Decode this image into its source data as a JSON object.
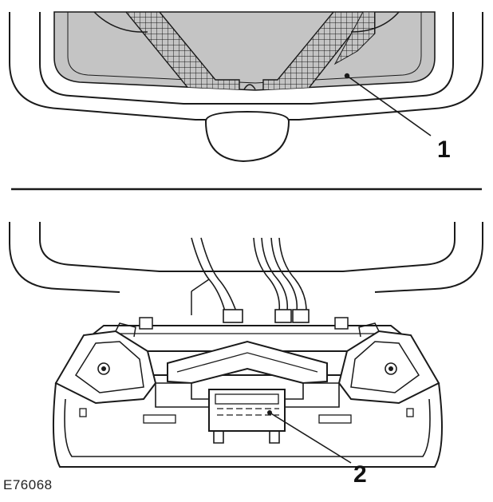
{
  "figure": {
    "id": "E76068",
    "callouts": [
      {
        "number": "1",
        "label": "1"
      },
      {
        "number": "2",
        "label": "2"
      }
    ]
  },
  "colors": {
    "stroke": "#1a1a1a",
    "lens_fill": "#c4c4c4",
    "background": "#ffffff"
  }
}
